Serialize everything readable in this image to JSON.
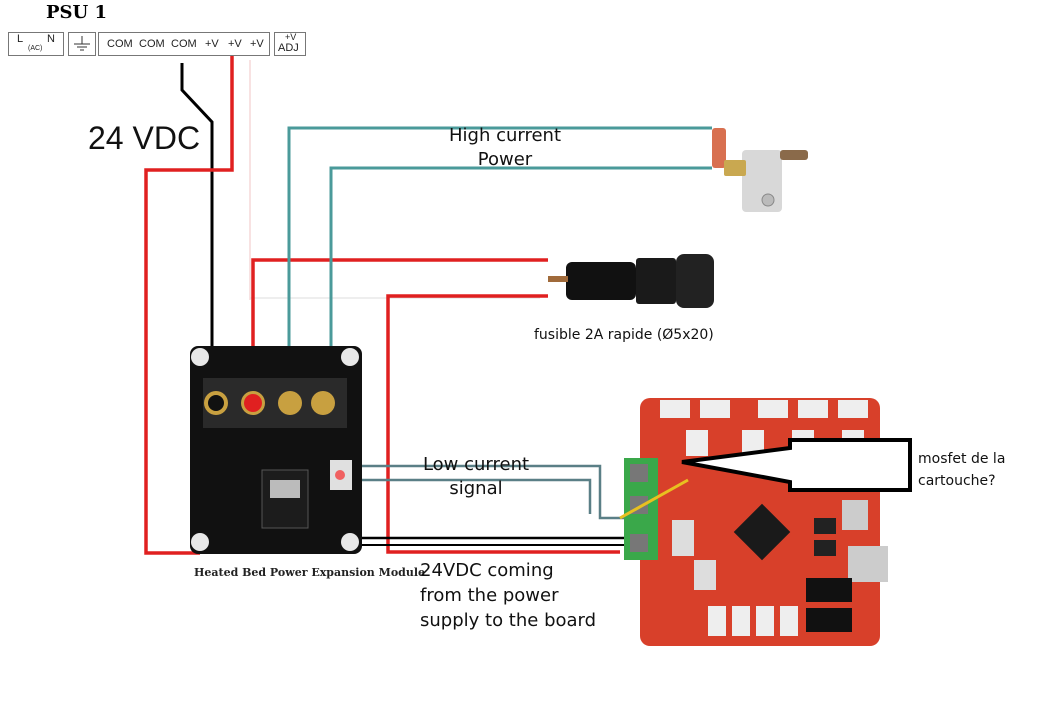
{
  "psu": {
    "title": "PSU 1",
    "terminals": {
      "l": "L",
      "ac": "(AC)",
      "n": "N",
      "com1": "COM",
      "com2": "COM",
      "com3": "COM",
      "v1": "+V",
      "v2": "+V",
      "v3": "+V",
      "adj_top": "+V",
      "adj_bottom": "ADJ"
    }
  },
  "labels": {
    "voltage_24": "24 VDC",
    "high_current_line1": "High current",
    "high_current_line2": "Power",
    "fuse": "fusible 2A rapide (Ø5x20)",
    "low_current_line1": "Low current",
    "low_current_line2": "signal",
    "mosfet_line1": "mosfet de la",
    "mosfet_line2": "cartouche?",
    "module_caption": "Heated Bed Power Expansion Module",
    "coming_line1": "24VDC coming",
    "coming_line2": "from the power",
    "coming_line3": "supply to the board"
  },
  "colors": {
    "power_wire": "#e02020",
    "ground_wire": "#000000",
    "heater_wire": "#4a9a9a",
    "signal_wire": "#6a8a8a",
    "module_pcb": "#111111",
    "board_pcb": "#d8402a",
    "terminal_green": "#3aa84a"
  },
  "icons": {
    "heater": "heater-cartridge-block-icon",
    "fuse": "fuse-holder-icon",
    "module": "mosfet-module-icon",
    "board": "controller-board-icon",
    "arrow": "left-arrow-icon"
  }
}
